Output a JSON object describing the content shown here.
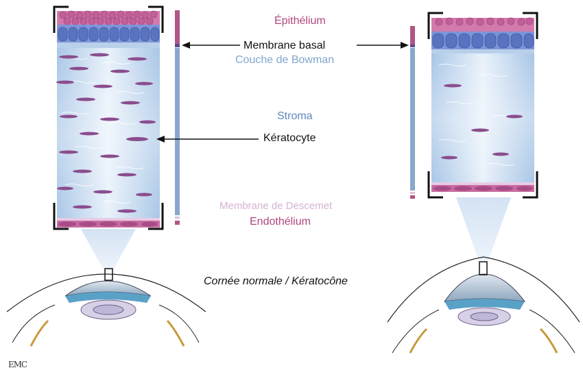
{
  "labels": {
    "epithelium": "Épithélium",
    "membrane_basal": "Membrane basal",
    "bowman": "Couche de Bowman",
    "stroma": "Stroma",
    "keratocyte": "Kératocyte",
    "descemet": "Membrane de Descemet",
    "endothelium": "Endothélium",
    "caption": "Cornée normale / Kératocône",
    "logo": "EMC"
  },
  "colors": {
    "epithelium": "#b0467e",
    "stroma": "#5f87bd",
    "bowman": "#7fa6cf",
    "descemet": "#d6b2d4",
    "cell_blue": "#5a73c0",
    "keratocyte": "#8a4d8e"
  }
}
